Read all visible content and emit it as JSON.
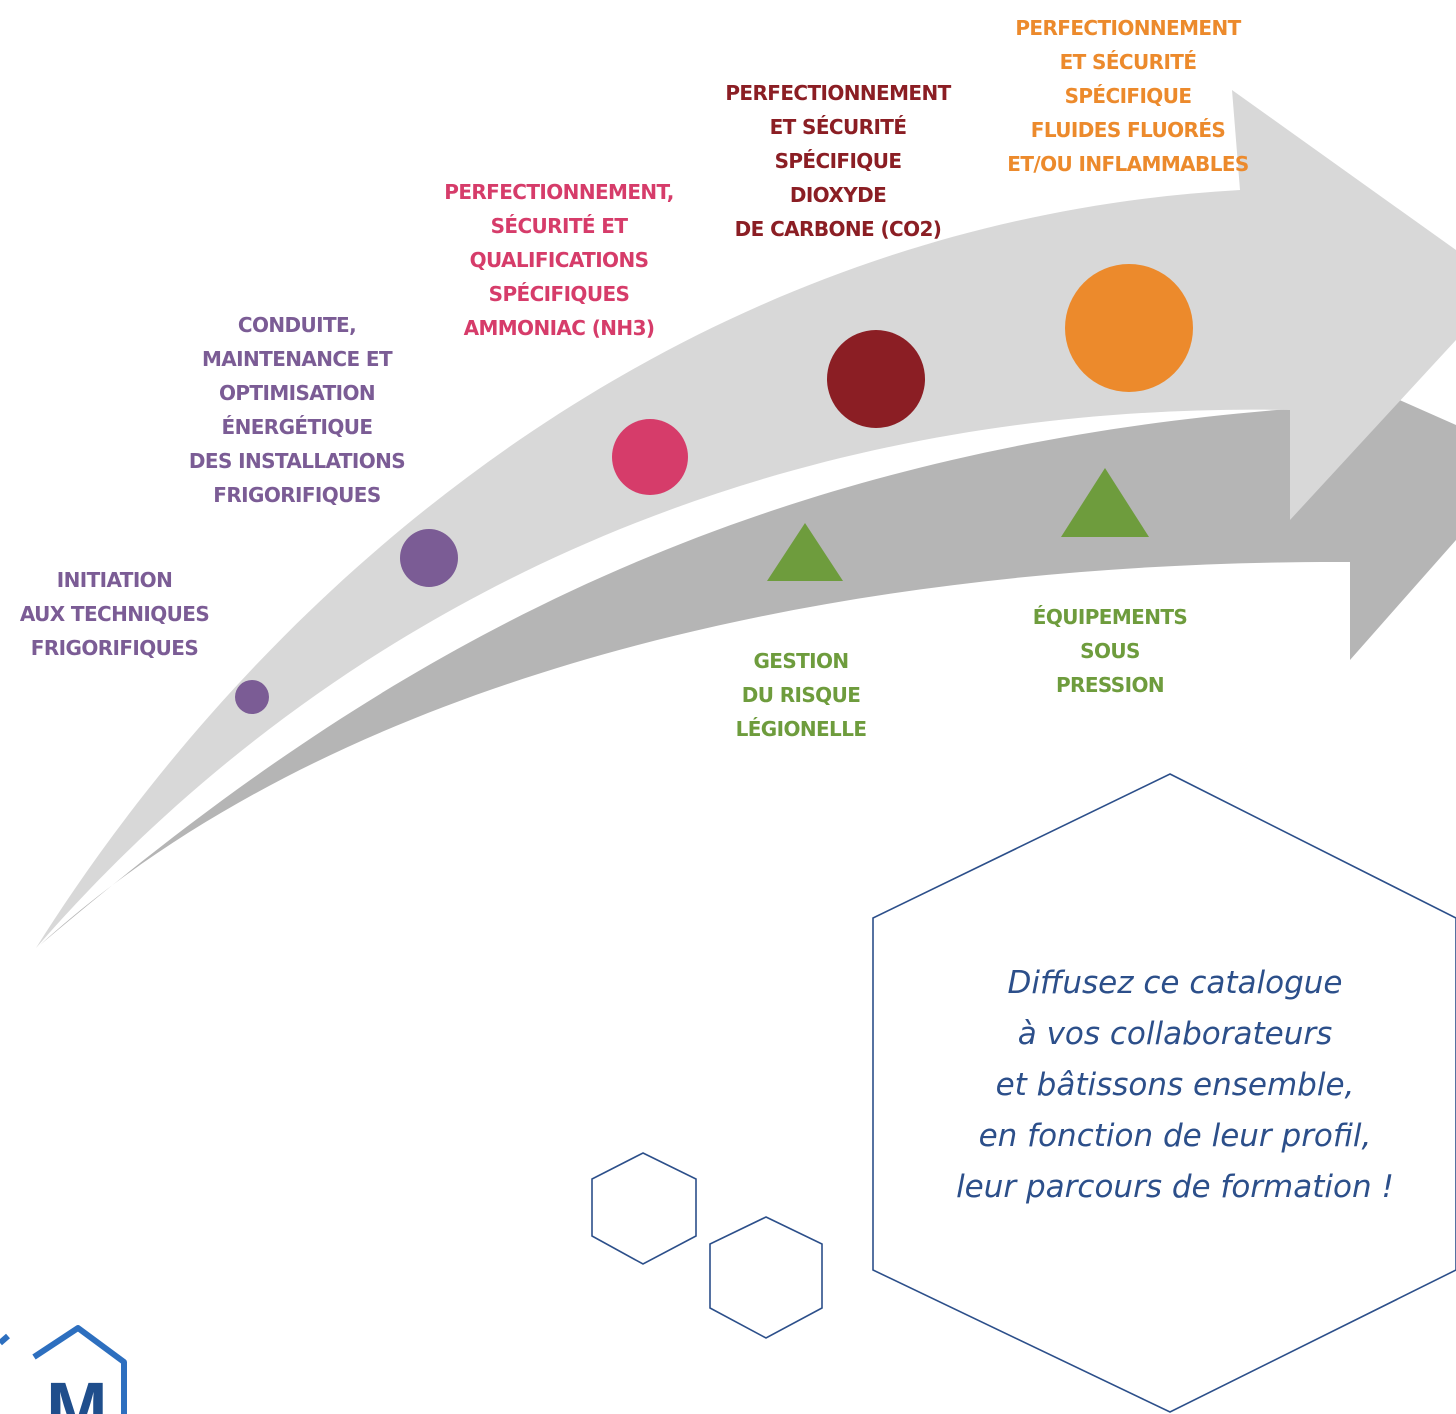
{
  "colors": {
    "arrow_front": "#d8d8d8",
    "arrow_back": "#b5b5b5",
    "hexagon_stroke": "#2c4f8a",
    "tagline": "#2c4f8a",
    "logo": "#2d6fbf"
  },
  "stages": [
    {
      "lines": [
        "INITIATION",
        "AUX TECHNIQUES",
        "FRIGORIFIQUES"
      ],
      "color": "#7b5c95",
      "marker": "circle"
    },
    {
      "lines": [
        "CONDUITE,",
        "MAINTENANCE ET",
        "OPTIMISATION",
        "ÉNERGÉTIQUE",
        "DES INSTALLATIONS",
        "FRIGORIFIQUES"
      ],
      "color": "#7b5c95",
      "marker": "circle"
    },
    {
      "lines": [
        "PERFECTIONNEMENT,",
        "SÉCURITÉ ET",
        "QUALIFICATIONS",
        "SPÉCIFIQUES",
        "AMMONIAC (NH3)"
      ],
      "color": "#d63c6a",
      "marker": "circle"
    },
    {
      "lines": [
        "PERFECTIONNEMENT",
        "ET SÉCURITÉ",
        "SPÉCIFIQUE",
        "DIOXYDE",
        "DE CARBONE (CO2)"
      ],
      "color": "#8b1e24",
      "marker": "circle"
    },
    {
      "lines": [
        "PERFECTIONNEMENT",
        "ET SÉCURITÉ",
        "SPÉCIFIQUE",
        "FLUIDES FLUORÉS",
        "ET/OU INFLAMMABLES"
      ],
      "color": "#ec8a2c",
      "marker": "circle"
    }
  ],
  "regulatory": [
    {
      "lines": [
        "GESTION",
        "DU RISQUE",
        "LÉGIONELLE"
      ],
      "color": "#6e9c3d",
      "marker": "triangle"
    },
    {
      "lines": [
        "ÉQUIPEMENTS",
        "SOUS",
        "PRESSION"
      ],
      "color": "#6e9c3d",
      "marker": "triangle"
    }
  ],
  "tagline": {
    "lines": [
      "Diffusez ce catalogue",
      "à vos collaborateurs",
      "et bâtissons ensemble,",
      "en fonction de leur profil,",
      "leur parcours de formation !"
    ]
  },
  "logo": {
    "letter": "M"
  }
}
